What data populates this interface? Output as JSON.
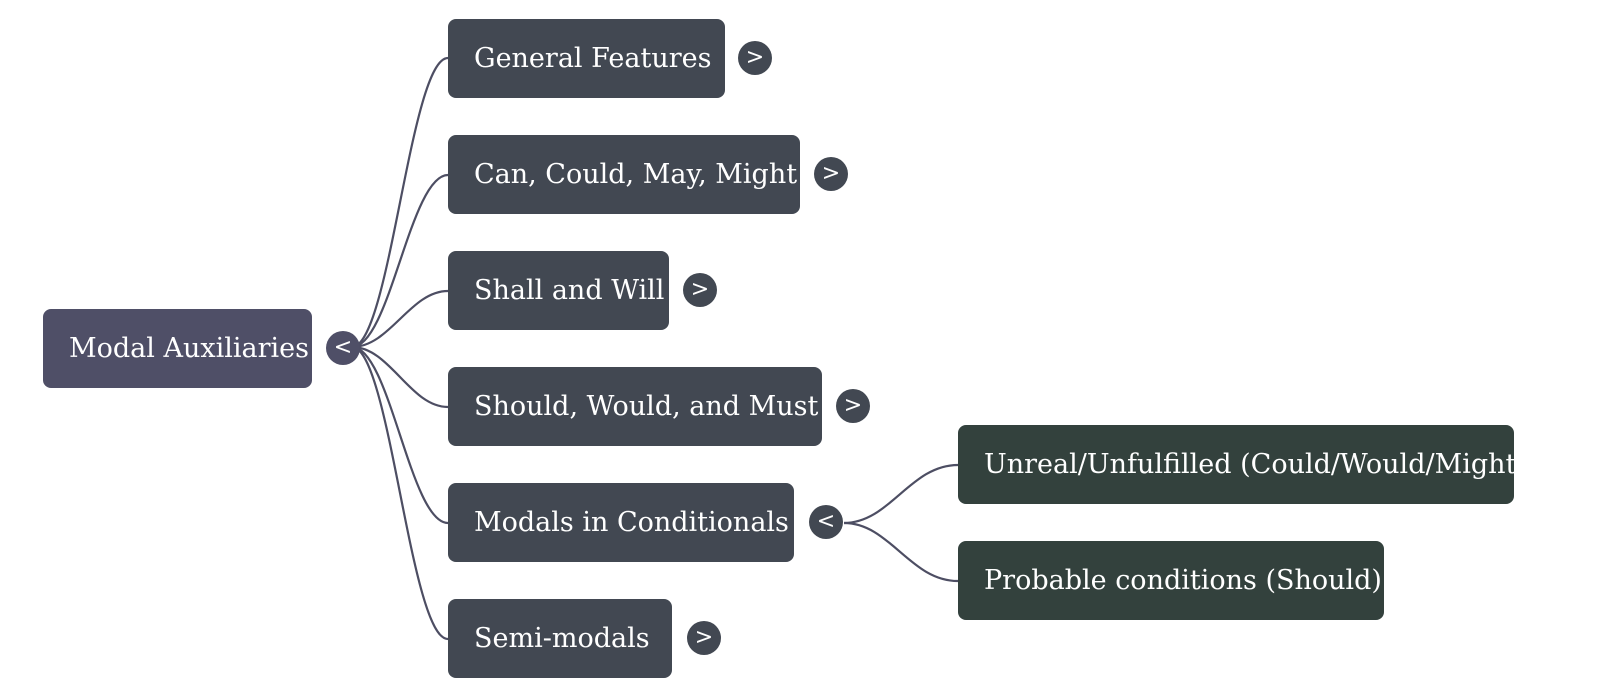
{
  "colors": {
    "root_fill": "#4f4f67",
    "branch_fill": "#424852",
    "leaf_fill": "#33413d",
    "link_stroke": "#4d4e63",
    "text": "#ffffff"
  },
  "root": {
    "label": "Modal Auxiliaries",
    "toggle": "<"
  },
  "branches": [
    {
      "label": "General Features",
      "toggle": ">"
    },
    {
      "label": "Can, Could, May, Might",
      "toggle": ">"
    },
    {
      "label": "Shall and Will",
      "toggle": ">"
    },
    {
      "label": "Should, Would, and Must",
      "toggle": ">"
    },
    {
      "label": "Modals in Conditionals",
      "toggle": "<"
    },
    {
      "label": "Semi-modals",
      "toggle": ">"
    }
  ],
  "conditionals_children": [
    {
      "label": "Unreal/Unfulfilled (Could/Would/Might)"
    },
    {
      "label": "Probable conditions (Should)"
    }
  ]
}
